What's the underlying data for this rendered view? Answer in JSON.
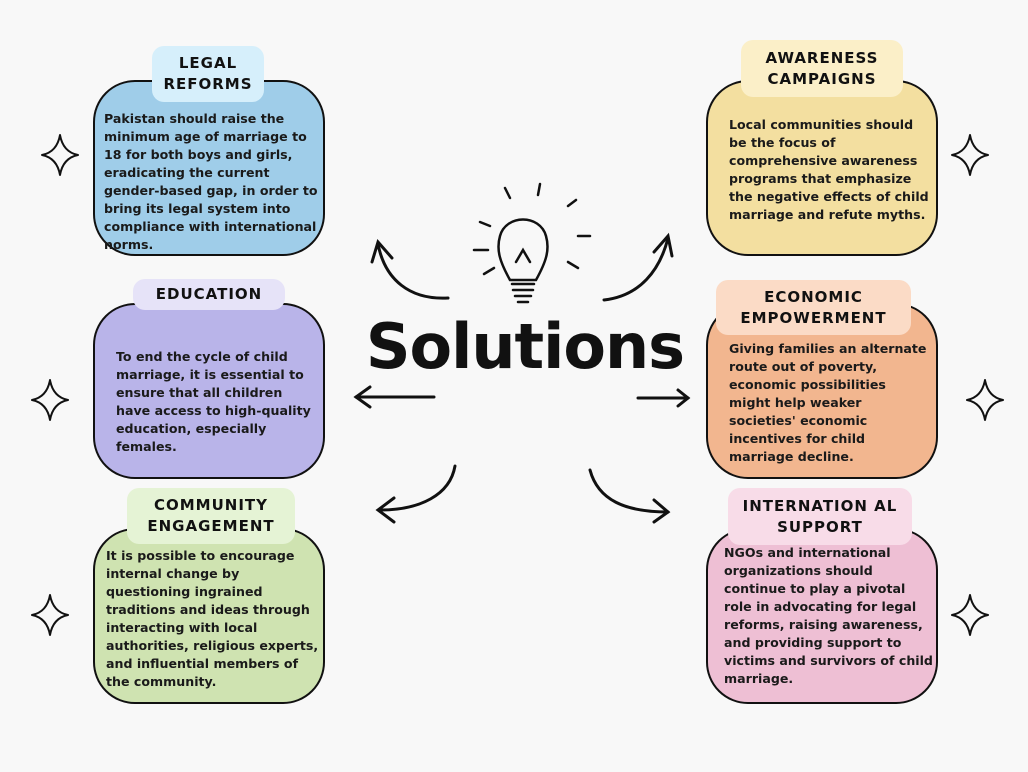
{
  "title": "Solutions",
  "cards": {
    "legal": {
      "label": "LEGAL REFORMS",
      "text": "Pakistan should raise the minimum age of marriage to 18 for both boys and girls, eradicating the current gender-based gap, in order to bring its legal system into compliance with international norms.",
      "color": "#9fcde9"
    },
    "education": {
      "label": "EDUCATION",
      "text": "To end the cycle of child marriage, it is essential to ensure that all children have access to high-quality education, especially females.",
      "color": "#b9b4e9"
    },
    "community": {
      "label": "COMMUNITY ENGAGEMENT",
      "text": "It is possible to encourage internal change by questioning ingrained traditions and ideas through interacting with local authorities, religious experts, and influential members of the community.",
      "color": "#cfe3b1"
    },
    "awareness": {
      "label": "AWARENESS CAMPAIGNS",
      "text": "Local communities should be the focus of comprehensive awareness programs that emphasize the negative effects of child marriage and refute myths.",
      "color": "#f3dfa0"
    },
    "economic": {
      "label": "ECONOMIC EMPOWERMENT",
      "text": "Giving families an alternate route out of poverty, economic possibilities might help weaker societies' economic incentives for child marriage decline.",
      "color": "#f2b68f"
    },
    "international": {
      "label": "INTERNATION AL SUPPORT",
      "text": "NGOs and international organizations should continue to play a pivotal role in advocating for legal reforms, raising awareness, and providing support to victims and survivors of child marriage.",
      "color": "#eebfd4"
    }
  }
}
